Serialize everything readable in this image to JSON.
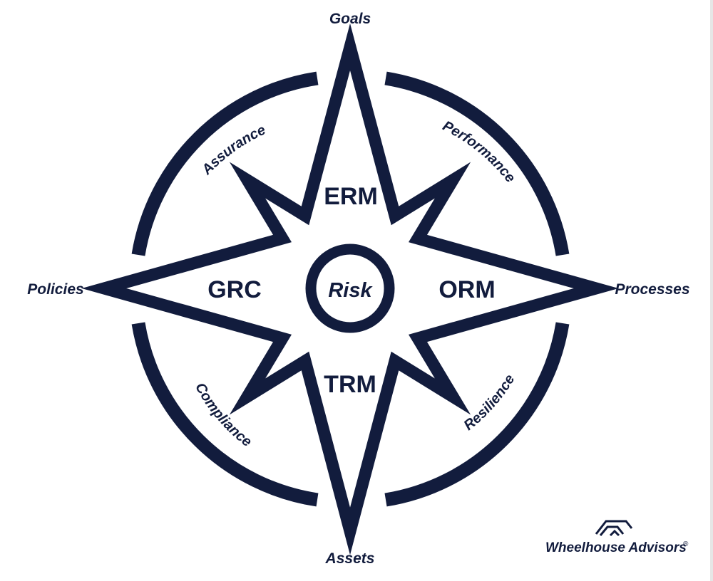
{
  "colors": {
    "primary": "#121c3d",
    "background": "#ffffff"
  },
  "cardinal": {
    "top": "Goals",
    "right": "Processes",
    "bottom": "Assets",
    "left": "Policies"
  },
  "arcs": {
    "upper_left": "Assurance",
    "upper_right": "Performance",
    "lower_right": "Resilience",
    "lower_left": "Compliance"
  },
  "inner": {
    "top": "ERM",
    "right": "ORM",
    "bottom": "TRM",
    "left": "GRC"
  },
  "center": "Risk",
  "logo": {
    "text": "Wheelhouse Advisors",
    "mark": "®",
    "icon": "wheelhouse-logo-icon"
  }
}
